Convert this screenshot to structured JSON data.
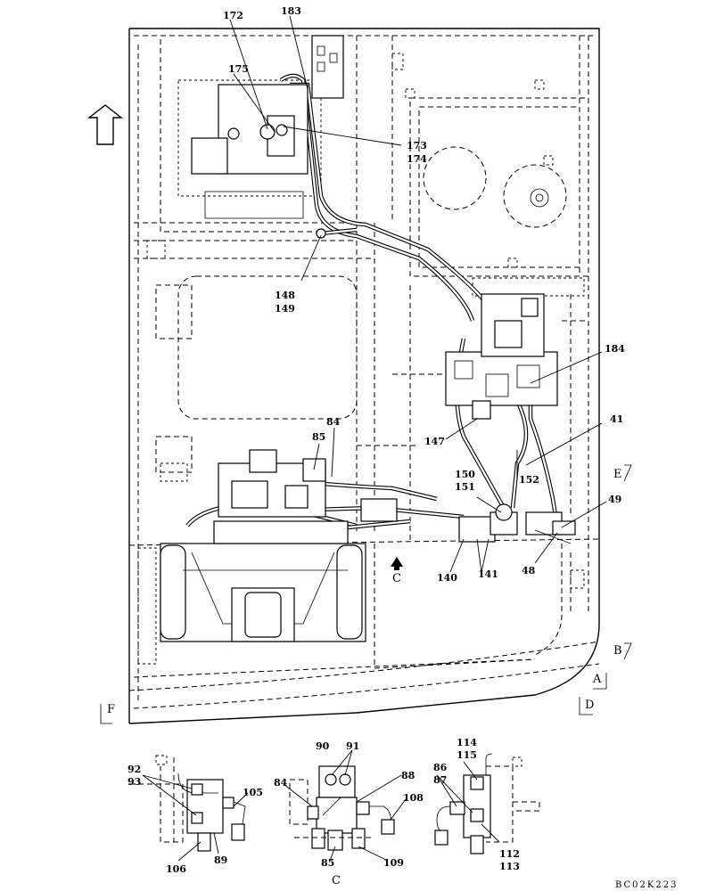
{
  "drawing_code": "BC02K223",
  "view_markers": {
    "A": "A",
    "B": "B",
    "C": "C",
    "D": "D",
    "E": "E",
    "F": "F"
  },
  "detail_views": {
    "c_label": "C"
  },
  "callouts": {
    "c172": "172",
    "c183": "183",
    "c175": "175",
    "c173": "173",
    "c174": "174",
    "c148": "148",
    "c149": "149",
    "c184": "184",
    "c41": "41",
    "c84": "84",
    "c85": "85",
    "c147": "147",
    "c152": "152",
    "c150": "150",
    "c151": "151",
    "c49": "49",
    "c48": "48",
    "c140": "140",
    "c141": "141",
    "d92": "92",
    "d93": "93",
    "d105": "105",
    "d106": "106",
    "d89": "89",
    "d90": "90",
    "d91": "91",
    "d84": "84",
    "d88": "88",
    "d108": "108",
    "d85": "85",
    "d109": "109",
    "d114": "114",
    "d115": "115",
    "d86": "86",
    "d87": "87",
    "d112": "112",
    "d113": "113"
  },
  "colors": {
    "ink": "#000000",
    "paper": "#ffffff"
  }
}
